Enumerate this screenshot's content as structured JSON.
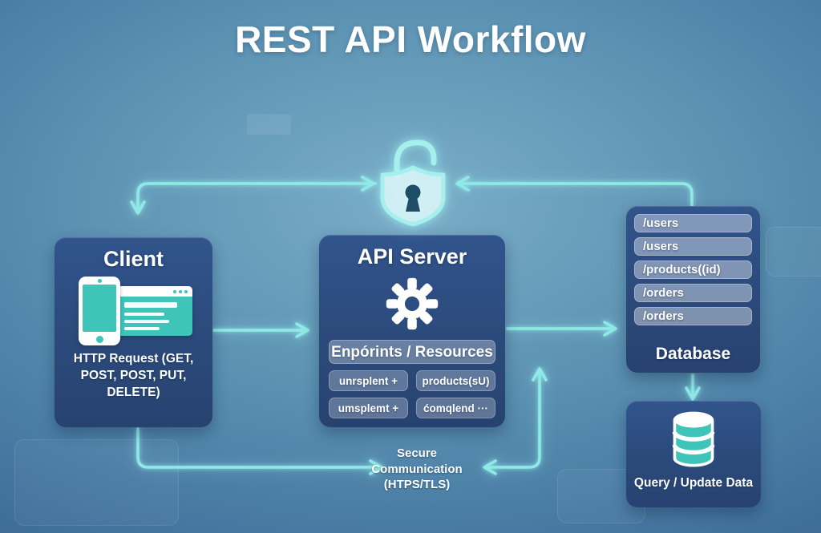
{
  "title": "REST API Workflow",
  "client": {
    "title": "Client",
    "request_lines": [
      "HTTP Request (GET,",
      "POST, POST, PUT, DELETE)"
    ]
  },
  "api_server": {
    "title": "API Server",
    "endpoints_header": "Enpórints / Resources",
    "chips": [
      "unrsplent  +",
      "products(sU)",
      "umsplemt  +",
      "ćomqlend  ···"
    ]
  },
  "database_panel": {
    "rows": [
      "/users",
      "/users",
      "/products((id)",
      "/orders",
      "/orders"
    ],
    "label": "Database"
  },
  "query_box": {
    "label": "Query / Update Data"
  },
  "secure_communication": {
    "lines": [
      "Secure",
      "Communication",
      "(HTPS/TLS)"
    ]
  },
  "icons": {
    "lock": "padlock-shield-icon",
    "gear": "gear-icon",
    "database": "database-cylinder-icon",
    "phone": "phone-icon",
    "browser": "browser-window-icon"
  },
  "colors": {
    "background_center": "#7aacc7",
    "background_edge": "#3b6493",
    "panel_blue": "#2b4a7b",
    "accent_cyan": "#8feae6",
    "teal": "#3fc4b9",
    "text": "#ffffff"
  }
}
